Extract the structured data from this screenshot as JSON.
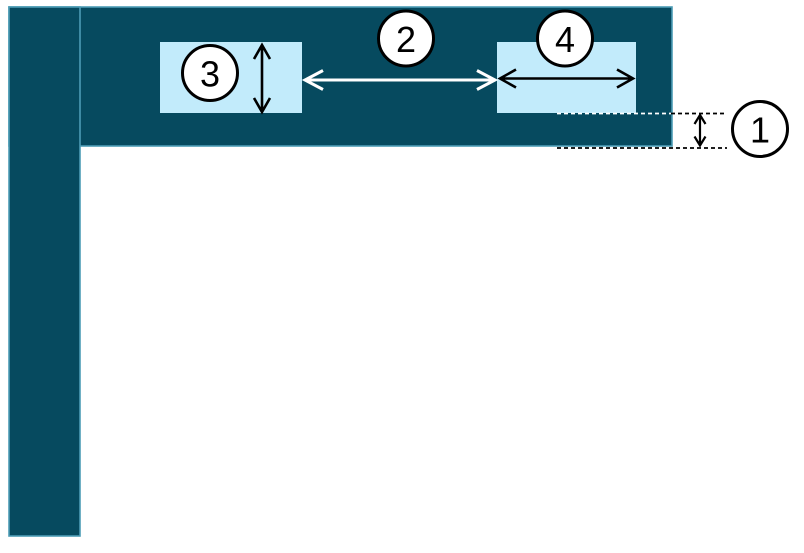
{
  "diagram": {
    "background": "#ffffff",
    "colors": {
      "bar_fill": "#064A5F",
      "bar_edge": "#4D9CB5",
      "item_fill": "#C2EBFB",
      "arrow_white": "#ffffff",
      "arrow_black": "#000000",
      "guide_white": "#ffffff",
      "guide_black": "#000000",
      "callout_fill": "#ffffff",
      "callout_stroke": "#000000"
    },
    "callouts": {
      "c1": {
        "label": "1"
      },
      "c2": {
        "label": "2"
      },
      "c3": {
        "label": "3"
      },
      "c4": {
        "label": "4"
      }
    }
  }
}
